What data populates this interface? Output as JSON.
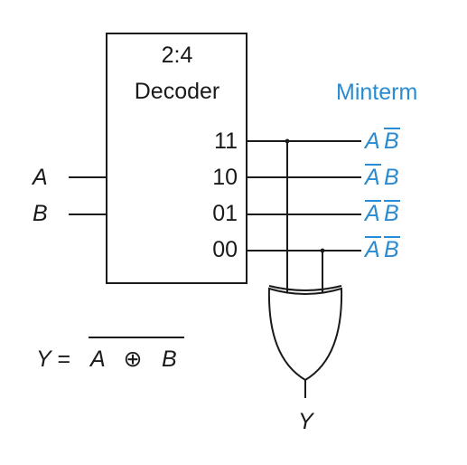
{
  "decoder": {
    "title_line1": "2:4",
    "title_line2": "Decoder",
    "outputs": [
      "11",
      "10",
      "01",
      "00"
    ]
  },
  "inputs": {
    "a": "A",
    "b": "B"
  },
  "minterm_header": "Minterm",
  "minterms": [
    {
      "first": "A",
      "second": "B",
      "bar_first": false,
      "bar_second": true
    },
    {
      "first": "A",
      "second": "B",
      "bar_first": true,
      "bar_second": false
    },
    {
      "first": "A",
      "second": "B",
      "bar_first": true,
      "bar_second": true
    },
    {
      "first": "A",
      "second": "B",
      "bar_first": true,
      "bar_second": true
    }
  ],
  "equation": {
    "lhs": "Y =",
    "a": "A",
    "op": "⊕",
    "b": "B"
  },
  "output_label": "Y",
  "colors": {
    "ink": "#1a1a1a",
    "minterm_blue": "#2a8bd0"
  }
}
